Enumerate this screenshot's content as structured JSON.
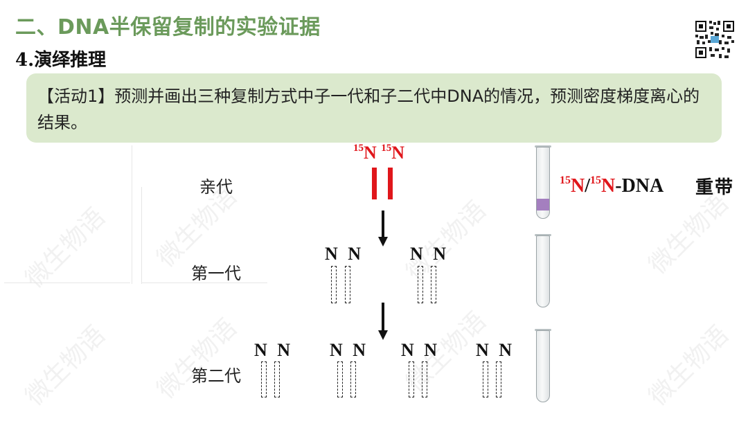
{
  "header": {
    "section_title": "二、DNA半保留复制的实验证据",
    "subsection_title": "4.演绎推理"
  },
  "activity": {
    "text": "【活动1】预测并画出三种复制方式中子一代和子二代中DNA的情况，预测密度梯度离心的结果。"
  },
  "generations": {
    "parent": "亲代",
    "first": "第一代",
    "second": "第二代"
  },
  "parent_strands": {
    "left_mass": "15",
    "left_element": "N",
    "right_mass": "15",
    "right_element": "N"
  },
  "strand_label": "N",
  "result": {
    "iso1_mass": "15",
    "iso1_element": "N",
    "separator": "/",
    "iso2_mass": "15",
    "iso2_element": "N",
    "suffix": "-DNA",
    "band_label": "重带"
  },
  "watermark_text": "微生物语",
  "colors": {
    "title_green": "#6b9a5b",
    "activity_bg": "#dbe9cd",
    "heavy_strand_red": "#e0161b",
    "band_purple": "#a47fbf"
  }
}
